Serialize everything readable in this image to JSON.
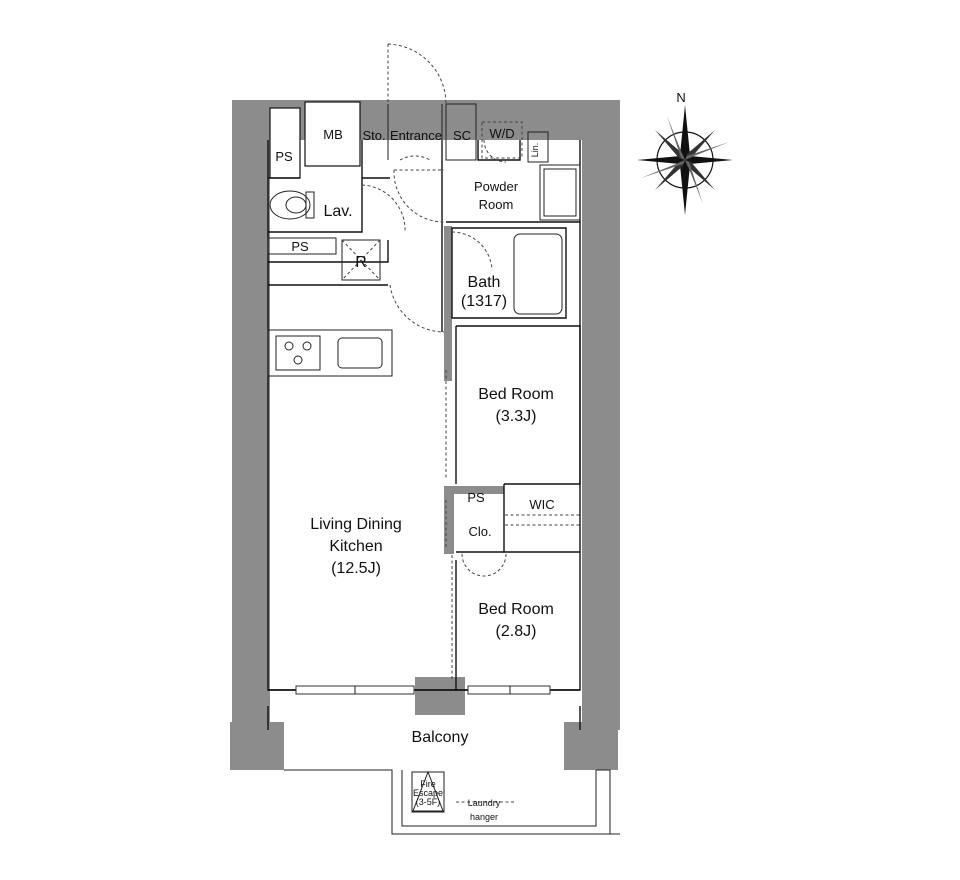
{
  "labels": {
    "mb": "MB",
    "ps_top": "PS",
    "storage": "Sto.",
    "entrance": "Entrance",
    "sc": "SC",
    "wd": "W/D",
    "lin": "Lin.",
    "powder_room_1": "Powder",
    "powder_room_2": "Room",
    "lav": "Lav.",
    "ps_mid": "PS",
    "refrigerator": "R",
    "bath_1": "Bath",
    "bath_2": "(1317)",
    "bed1_1": "Bed Room",
    "bed1_2": "(3.3J)",
    "ps_wic": "PS",
    "wic": "WIC",
    "clo": "Clo.",
    "ldk_1": "Living Dining",
    "ldk_2": "Kitchen",
    "ldk_3": "(12.5J)",
    "bed2_1": "Bed Room",
    "bed2_2": "(2.8J)",
    "balcony": "Balcony",
    "fire_1": "Fire",
    "fire_2": "Escape",
    "fire_3": "(3-5F)",
    "laundry_1": "Laundry",
    "laundry_2": "hanger",
    "north": "N"
  },
  "colors": {
    "wall": "#8c8c8c",
    "line": "#111111"
  }
}
